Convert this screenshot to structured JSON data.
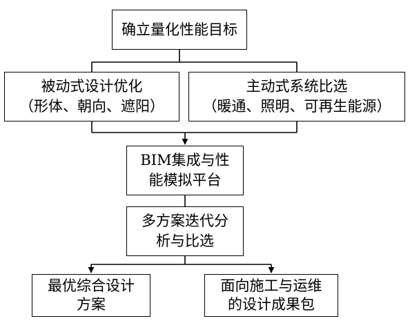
{
  "flowchart": {
    "goal": {
      "lines": [
        "确立量化性能目标"
      ]
    },
    "passive": {
      "lines": [
        "被动式设计优化",
        "（形体、朝向、遮阳）"
      ]
    },
    "active": {
      "lines": [
        "主动式系统比选",
        "（暖通、照明、可再生能源）"
      ]
    },
    "bim": {
      "lines": [
        "BIM集成与性",
        "能模拟平台"
      ]
    },
    "multi": {
      "lines": [
        "多方案迭代分",
        "析与比选"
      ]
    },
    "best": {
      "lines": [
        "最优综合设计",
        "方案"
      ]
    },
    "package": {
      "lines": [
        "面向施工与运维",
        "的设计成果包"
      ]
    }
  },
  "colors": {
    "stroke": "#000000",
    "fill": "#ffffff"
  }
}
